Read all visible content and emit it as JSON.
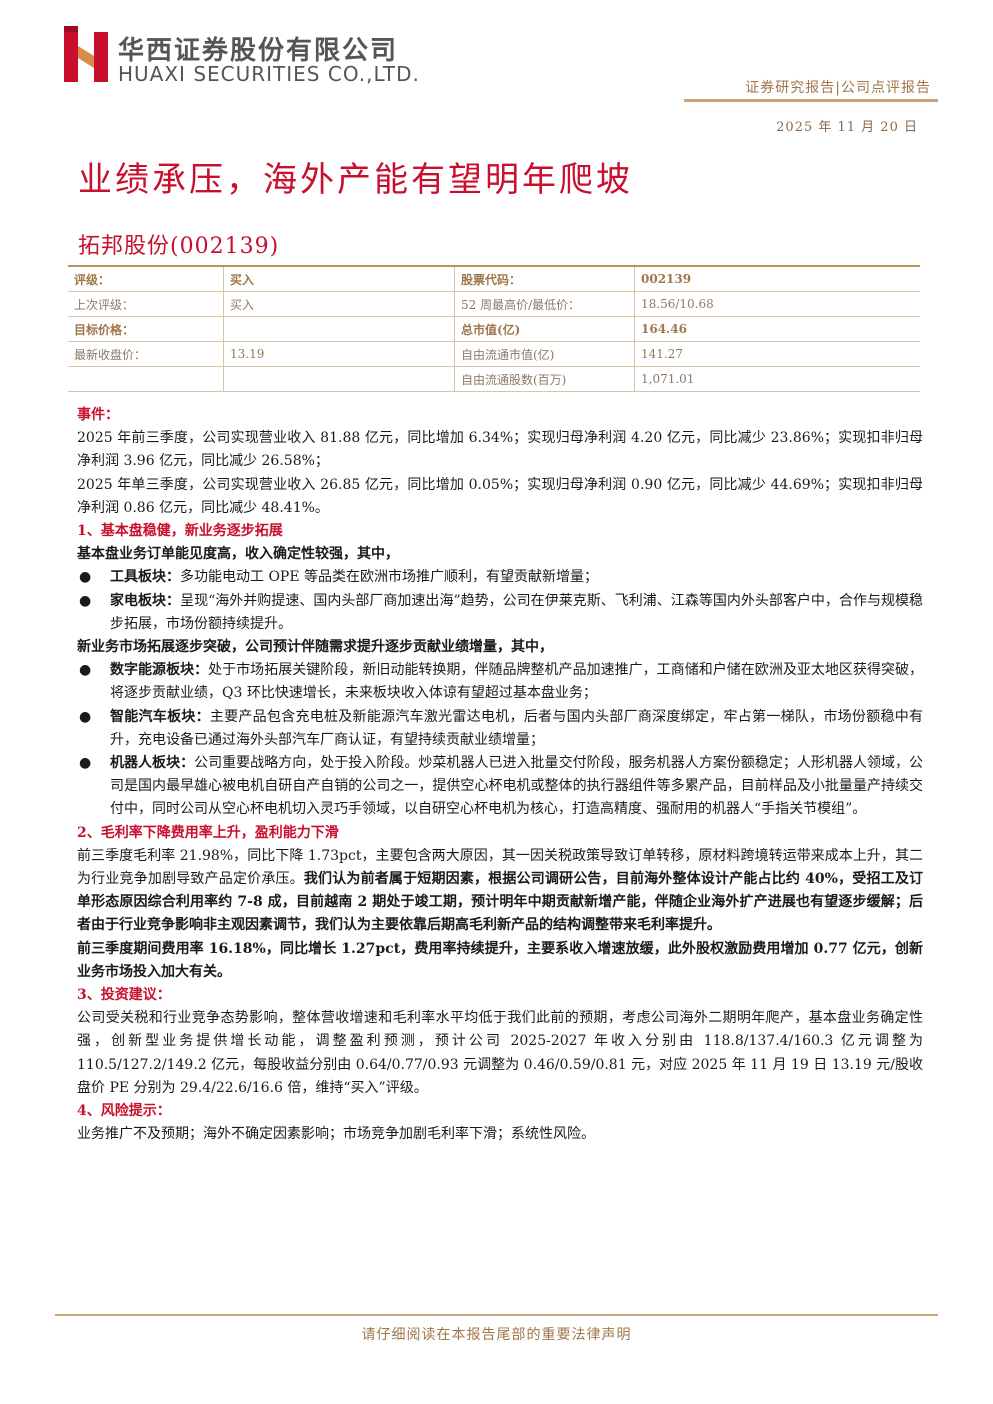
{
  "header": {
    "company_cn": "华西证券股份有限公司",
    "company_en": "HUAXI SECURITIES CO.,LTD.",
    "report_type": "证券研究报告|公司点评报告",
    "date": "2025 年 11 月 20 日",
    "logo_icon": "huaxi-logo-icon",
    "accent_color": "#c8102e",
    "gold_color": "#c9a47a"
  },
  "title": "业绩承压，海外产能有望明年爬坡",
  "stock_name": "拓邦股份(002139)",
  "info_table": {
    "rows": [
      [
        "评级：",
        "买入",
        "股票代码：",
        "002139"
      ],
      [
        "上次评级：",
        "买入",
        "52 周最高价/最低价：",
        "18.56/10.68"
      ],
      [
        "目标价格：",
        "",
        "总市值(亿)",
        "164.46"
      ],
      [
        "最新收盘价：",
        "13.19",
        "自由流通市值(亿)",
        "141.27"
      ],
      [
        "",
        "",
        "自由流通股数(百万)",
        "1,071.01"
      ]
    ]
  },
  "body": {
    "event_heading": "事件：",
    "event_p1": "2025 年前三季度，公司实现营业收入 81.88 亿元，同比增加 6.34%；实现归母净利润 4.20 亿元，同比减少 23.86%；实现扣非归母净利润 3.96 亿元，同比减少 26.58%；",
    "event_p2": "2025 年单三季度，公司实现营业收入 26.85 亿元，同比增加 0.05%；实现归母净利润 0.90 亿元，同比减少 44.69%；实现扣非归母净利润 0.86 亿元，同比减少 48.41%。",
    "s1_heading": "1、基本盘稳健，新业务逐步拓展",
    "s1_intro": "基本盘业务订单能见度高，收入确定性较强，其中，",
    "s1_b1_label": "工具板块：",
    "s1_b1_text": "多功能电动工 OPE 等品类在欧洲市场推广顺利，有望贡献新增量；",
    "s1_b2_label": "家电板块：",
    "s1_b2_text": "呈现“海外并购提速、国内头部厂商加速出海”趋势，公司在伊莱克斯、飞利浦、江森等国内外头部客户中，合作与规模稳步拓展，市场份额持续提升。",
    "s1_intro2": "新业务市场拓展逐步突破，公司预计伴随需求提升逐步贡献业绩增量，其中，",
    "s1_b3_label": "数字能源板块：",
    "s1_b3_text": "处于市场拓展关键阶段，新旧动能转换期，伴随品牌整机产品加速推广，工商储和户储在欧洲及亚太地区获得突破，将逐步贡献业绩，Q3 环比快速增长，未来板块收入体谅有望超过基本盘业务；",
    "s1_b4_label": "智能汽车板块：",
    "s1_b4_text": "主要产品包含充电桩及新能源汽车激光雷达电机，后者与国内头部厂商深度绑定，牢占第一梯队，市场份额稳中有升，充电设备已通过海外头部汽车厂商认证，有望持续贡献业绩增量；",
    "s1_b5_label": "机器人板块：",
    "s1_b5_text": "公司重要战略方向，处于投入阶段。炒菜机器人已进入批量交付阶段，服务机器人方案份额稳定；人形机器人领域，公司是国内最早雄心被电机自研自产自销的公司之一，提供空心杯电机或整体的执行器组件等多累产品，目前样品及小批量量产持续交付中，同时公司从空心杯电机切入灵巧手领域，以自研空心杯电机为核心，打造高精度、强耐用的机器人“手指关节模组”。",
    "s2_heading": "2、毛利率下降费用率上升，盈利能力下滑",
    "s2_p1_normal": "前三季度毛利率 21.98%，同比下降 1.73pct，主要包含两大原因，其一因关税政策导致订单转移，原材料跨境转运带来成本上升，其二为行业竞争加剧导致产品定价承压。",
    "s2_p1_bold": "我们认为前者属于短期因素，根据公司调研公告，目前海外整体设计产能占比约 40%，受招工及订单形态原因综合利用率约 7-8 成，目前越南 2 期处于竣工期，预计明年中期贡献新增产能，伴随企业海外扩产进展也有望逐步缓解；后者由于行业竞争影响非主观因素调节，我们认为主要依靠后期高毛利新产品的结构调整带来毛利率提升。",
    "s2_p2_bold": "前三季度期间费用率 16.18%，同比增长 1.27pct，费用率持续提升，主要系收入增速放缓，此外股权激励费用增加 0.77 亿元，创新业务市场投入加大有关。",
    "s3_heading": "3、投资建议：",
    "s3_p": "公司受关税和行业竞争态势影响，整体营收增速和毛利率水平均低于我们此前的预期，考虑公司海外二期明年爬产，基本盘业务确定性强，创新型业务提供增长动能，调整盈利预测，预计公司 2025-2027 年收入分别由 118.8/137.4/160.3 亿元调整为 110.5/127.2/149.2 亿元，每股收益分别由 0.64/0.77/0.93 元调整为 0.46/0.59/0.81 元，对应 2025 年 11 月 19 日 13.19 元/股收盘价 PE 分别为 29.4/22.6/16.6 倍，维持“买入”评级。",
    "s4_heading": "4、风险提示：",
    "s4_p": "业务推广不及预期；海外不确定因素影响；市场竞争加剧毛利率下滑；系统性风险。"
  },
  "bullet_glyph": "●",
  "footer": "请仔细阅读在本报告尾部的重要法律声明"
}
